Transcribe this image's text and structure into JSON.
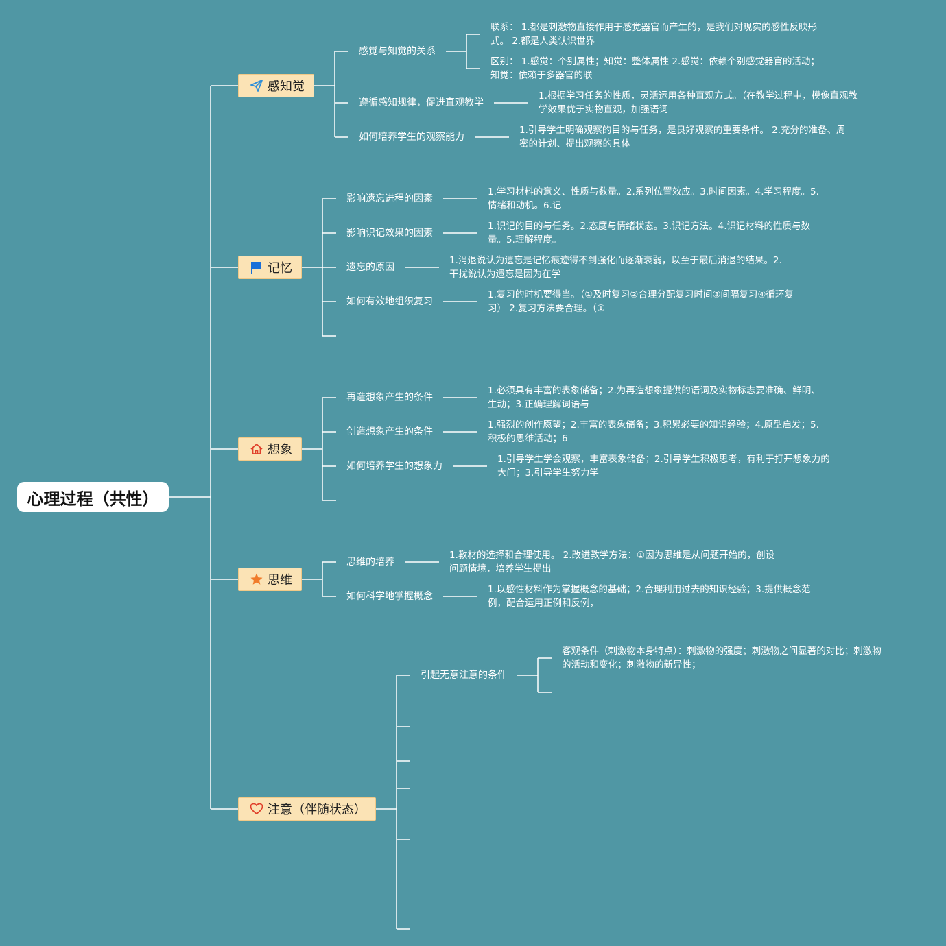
{
  "root": {
    "title": "心理过程（共性）"
  },
  "branches": [
    {
      "label": "感知觉",
      "icon": "paper-plane-icon",
      "subs": [
        {
          "label": "感觉与知觉的关系",
          "details": [
            "联系： 1.都是刺激物直接作用于感觉器官而产生的，是我们对现实的感性反映形\n式。 2.都是人类认识世界",
            "区别： 1.感觉：个别属性；知觉：整体属性 2.感觉：依赖个别感觉器官的活动；\n知觉：依赖于多器官的联"
          ]
        },
        {
          "label": "遵循感知规律，促进直观教学",
          "details": [
            "1.根据学习任务的性质，灵活运用各种直观方式。（在教学过程中，模像直观教\n学效果优于实物直观，加强语词"
          ]
        },
        {
          "label": "如何培养学生的观察能力",
          "details": [
            "1.引导学生明确观察的目的与任务，是良好观察的重要条件。 2.充分的准备、周\n密的计划、提出观察的具体"
          ]
        }
      ]
    },
    {
      "label": "记忆",
      "icon": "flag-icon",
      "subs": [
        {
          "label": "影响遗忘进程的因素",
          "details": [
            "1.学习材料的意义、性质与数量。2.系列位置效应。3.时间因素。4.学习程度。5.\n情绪和动机。6.记"
          ]
        },
        {
          "label": "影响识记效果的因素",
          "details": [
            "1.识记的目的与任务。2.态度与情绪状态。3.识记方法。4.识记材料的性质与数\n量。5.理解程度。"
          ]
        },
        {
          "label": "遗忘的原因",
          "details": [
            "1.消退说认为遗忘是记忆痕迹得不到强化而逐渐衰弱，以至于最后消退的结果。2.\n干扰说认为遗忘是因为在学"
          ]
        },
        {
          "label": "如何有效地组织复习",
          "details": [
            "1.复习的时机要得当。（①及时复习②合理分配复习时间③间隔复习④循环复\n习） 2.复习方法要合理。（①"
          ]
        }
      ]
    },
    {
      "label": "想象",
      "icon": "home-icon",
      "subs": [
        {
          "label": "再造想象产生的条件",
          "details": [
            "1.必须具有丰富的表象储备；2.为再造想象提供的语词及实物标志要准确、鲜明、\n生动；3.正确理解词语与"
          ]
        },
        {
          "label": "创造想象产生的条件",
          "details": [
            "1.强烈的创作愿望；2.丰富的表象储备；3.积累必要的知识经验；4.原型启发；5.\n积极的思维活动；6"
          ]
        },
        {
          "label": "如何培养学生的想象力",
          "details": [
            "1.引导学生学会观察，丰富表象储备；2.引导学生积极思考，有利于打开想象力的\n大门；3.引导学生努力学"
          ]
        }
      ]
    },
    {
      "label": "思维",
      "icon": "star-icon",
      "subs": [
        {
          "label": "思维的培养",
          "details": [
            "1.教材的选择和合理使用。 2.改进教学方法：①因为思维是从问题开始的，创设\n问题情境，培养学生提出"
          ]
        },
        {
          "label": "如何科学地掌握概念",
          "details": [
            "1.以感性材料作为掌握概念的基础；2.合理利用过去的知识经验；3.提供概念范\n例，配合运用正例和反例，"
          ]
        }
      ]
    },
    {
      "label": "注意（伴随状态）",
      "icon": "heart-icon",
      "subs": [
        {
          "label": "引起无意注意的条件",
          "details": [
            "客观条件（刺激物本身特点）：刺激物的强度；刺激物之间显著的对比；刺激物\n的活动和变化；刺激物的新异性；"
          ]
        }
      ]
    }
  ],
  "colors": {
    "background": "#5097a4",
    "line": "#ffffff",
    "topic_fill": "#fbe3b5",
    "icon_blue": "#2f8fd8",
    "icon_red": "#e0402a",
    "icon_orange": "#f07b2a"
  }
}
